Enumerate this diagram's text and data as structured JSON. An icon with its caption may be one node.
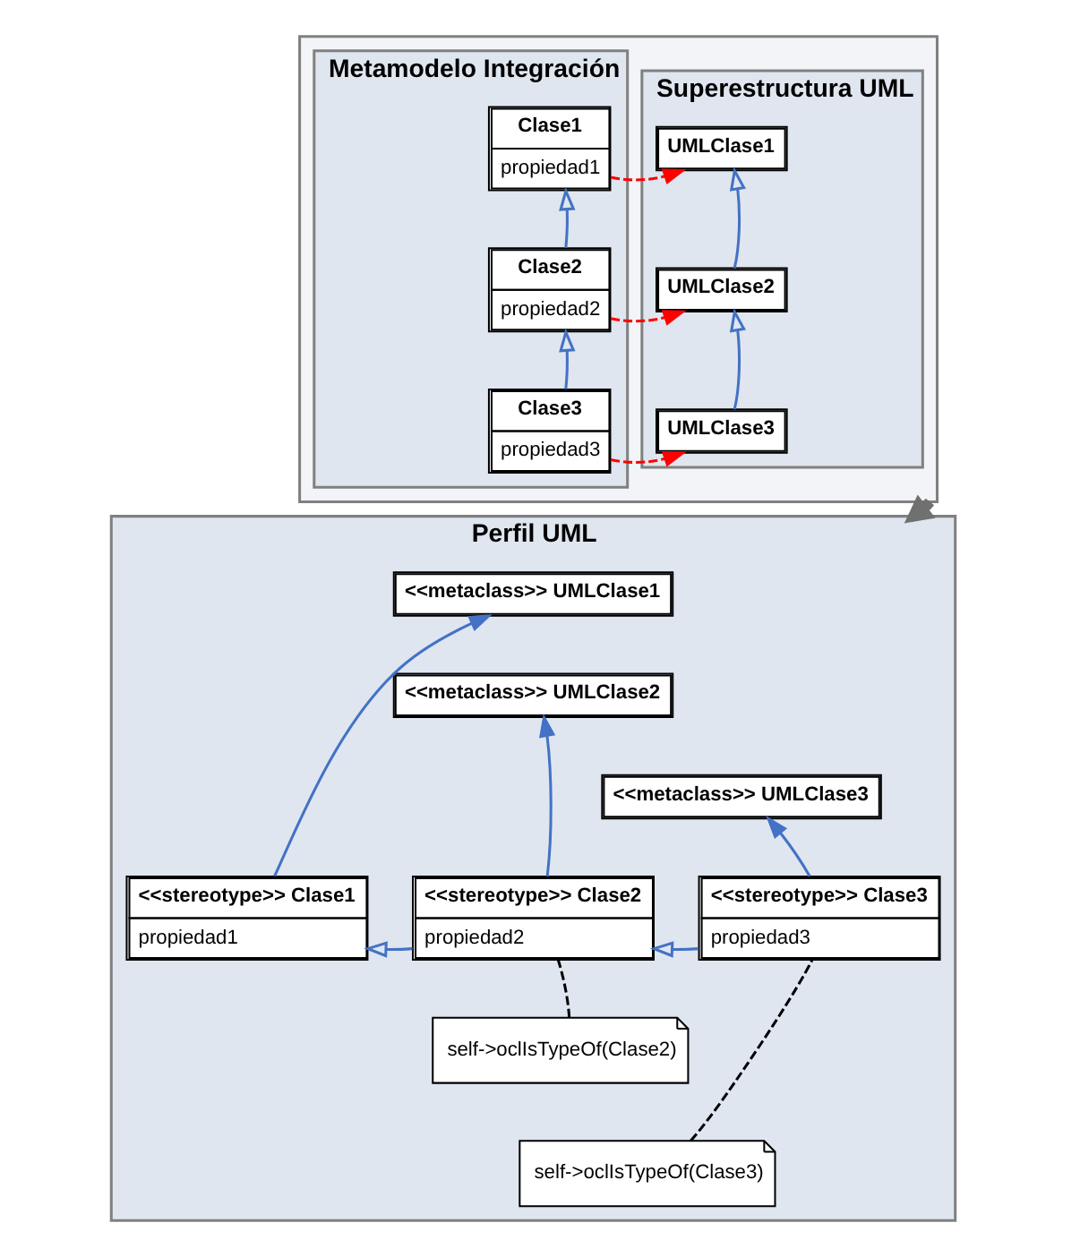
{
  "diagram": {
    "nodes": [
      {
        "text": [],
        "shape": "box"
      },
      {
        "text": [
          "Metamodelo Integración"
        ],
        "in": 0
      },
      {
        "text": [
          "Superestructura UML"
        ],
        "in": 0
      },
      {
        "text": [
          "Clase1",
          "propiedad1"
        ],
        "in": 1
      },
      {
        "text": [
          "Clase2",
          "propiedad2"
        ],
        "in": 1
      },
      {
        "text": [
          "Clase3",
          "propiedad3"
        ],
        "in": 1
      },
      {
        "text": [
          "UMLClase1"
        ],
        "in": 2
      },
      {
        "text": [
          "UMLClase2"
        ],
        "in": 2
      },
      {
        "text": [
          "UMLClase3"
        ],
        "in": 2
      },
      {
        "text": [
          "Perfil UML"
        ]
      },
      {
        "text": [
          "<<metaclass>> UMLClase1"
        ],
        "in": 9
      },
      {
        "text": [
          "<<metaclass>> UMLClase2"
        ],
        "in": 9
      },
      {
        "text": [
          "<<metaclass>> UMLClase3"
        ],
        "in": 9
      },
      {
        "text": [
          "<<stereotype>> Clase1",
          "propiedad1"
        ],
        "in": 9
      },
      {
        "text": [
          "<<stereotype>> Clase2",
          "propiedad2"
        ],
        "in": 9
      },
      {
        "text": [
          "<<stereotype>> Clase3",
          "propiedad3"
        ],
        "in": 9
      },
      {
        "text": [
          "self->oclIsTypeOf(Clase2)"
        ],
        "in": 9
      },
      {
        "text": [
          "self->oclIsTypeOf(Clase3)"
        ],
        "in": 9
      }
    ],
    "edges": [
      {
        "from": 3,
        "to": 6,
        "arrow": "to",
        "style": "dashed",
        "color": "#ff0000"
      },
      {
        "from": 4,
        "to": 7,
        "arrow": "to",
        "style": "dashed",
        "color": "#ff0000"
      },
      {
        "from": 5,
        "to": 8,
        "arrow": "to",
        "style": "dashed",
        "color": "#ff0000"
      },
      {
        "from": 4,
        "to": 3,
        "arrow": "to"
      },
      {
        "from": 5,
        "to": 4,
        "arrow": "to"
      },
      {
        "from": 7,
        "to": 6,
        "arrow": "to"
      },
      {
        "from": 8,
        "to": 7,
        "arrow": "to"
      },
      {
        "from": 0,
        "to": 9,
        "arrow": "to",
        "style": "thick",
        "color": "#707070"
      },
      {
        "from": 13,
        "to": 10,
        "arrow": "to"
      },
      {
        "from": 14,
        "to": 11,
        "arrow": "to"
      },
      {
        "from": 15,
        "to": 12,
        "arrow": "to"
      },
      {
        "from": 14,
        "to": 13,
        "arrow": "to"
      },
      {
        "from": 15,
        "to": 14,
        "arrow": "to"
      },
      {
        "from": 16,
        "to": 14,
        "arrow": "none",
        "style": "dashed",
        "color": "#000000"
      },
      {
        "from": 17,
        "to": 15,
        "arrow": "none",
        "style": "dashed",
        "color": "#000000"
      }
    ]
  }
}
